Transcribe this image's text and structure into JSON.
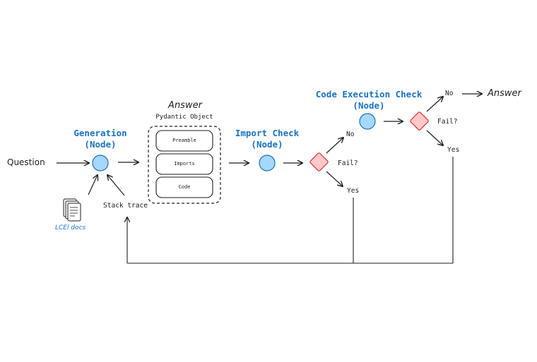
{
  "colors": {
    "node_fill": "#a5d8ff",
    "node_stroke": "#1971c2",
    "decision_fill": "#ffc9c9",
    "decision_stroke": "#e03131",
    "title_blue": "#1971c2",
    "line": "#1e1e1e"
  },
  "question": "Question",
  "generation": {
    "title": "Generation",
    "subtitle": "(Node)"
  },
  "docs": {
    "label": "LCEl docs",
    "icon": "document-stack-icon"
  },
  "stack_trace": "Stack trace",
  "answer_object": {
    "heading": "Answer",
    "subheading": "Pydantic Object",
    "fields": [
      "Preamble",
      "Imports",
      "Code"
    ]
  },
  "import_check": {
    "title": "Import Check",
    "subtitle": "(Node)",
    "decision": "Fail?",
    "no": "No",
    "yes": "Yes"
  },
  "code_execution_check": {
    "title": "Code Execution Check",
    "subtitle": "(Node)",
    "decision": "Fail?",
    "no": "No",
    "yes": "Yes"
  },
  "final_answer": "Answer"
}
